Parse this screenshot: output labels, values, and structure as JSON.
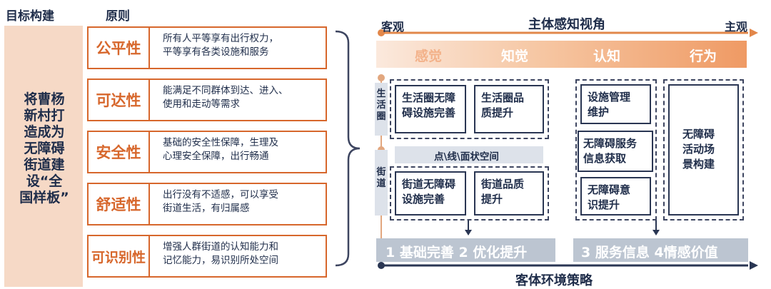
{
  "headers": {
    "goal": "目标构建",
    "principles": "原则"
  },
  "goal_lines": [
    "将曹杨",
    "新村打",
    "造成为",
    "无障碍",
    "街道建",
    "设“全",
    "国样板”"
  ],
  "principles": [
    {
      "name": "公平性",
      "desc": [
        "所有人平等享有出行权力，",
        "平等享有各类设施和服务"
      ]
    },
    {
      "name": "可达性",
      "desc": [
        "能满足不同群体到达、进入、",
        "使用和走动等需求"
      ]
    },
    {
      "name": "安全性",
      "desc": [
        "基础的安全性保障，生理及",
        "心理安全保障，出行畅通"
      ]
    },
    {
      "name": "舒适性",
      "desc": [
        "出行没有不适感，可以享受",
        "街道生活，有归属感"
      ]
    },
    {
      "name": "可识别性",
      "desc": [
        "增强人群街道的认知能力和",
        "记忆能力，易识别所处空间"
      ]
    }
  ],
  "top_axis": {
    "left": "客观",
    "title": "主体感知视角",
    "right": "主观"
  },
  "stages": [
    "感觉",
    "知觉",
    "认知",
    "行为"
  ],
  "side_tags": {
    "life_circle": "生活圈",
    "street": "街道"
  },
  "boxes": {
    "life_facility": [
      "生活圈无障",
      "碍设施完善"
    ],
    "life_quality": [
      "生活圈品",
      "质提升"
    ],
    "space_band": "点\\线\\面状空间",
    "street_facility": [
      "街道无障碍",
      "设施完善"
    ],
    "street_quality": [
      "街道品质",
      "提升"
    ],
    "facility_mgmt": [
      "设施管理",
      "维护"
    ],
    "info_access": [
      "无障碍服务",
      "信息获取"
    ],
    "awareness": [
      "无障碍意",
      "识提升"
    ],
    "scene_build": [
      "无障碍",
      "活动场",
      "景构建"
    ]
  },
  "bottom_bars": {
    "left": "1 基础完善   2 优化提升",
    "right": "3 服务信息   4情感价值"
  },
  "bottom_axis_title": "客体环境策略",
  "colors": {
    "orange": "#d7672c",
    "navy": "#1f2d4a",
    "goal_bg": "#f6d9c6",
    "grey_bar": "#bcc5d1"
  }
}
